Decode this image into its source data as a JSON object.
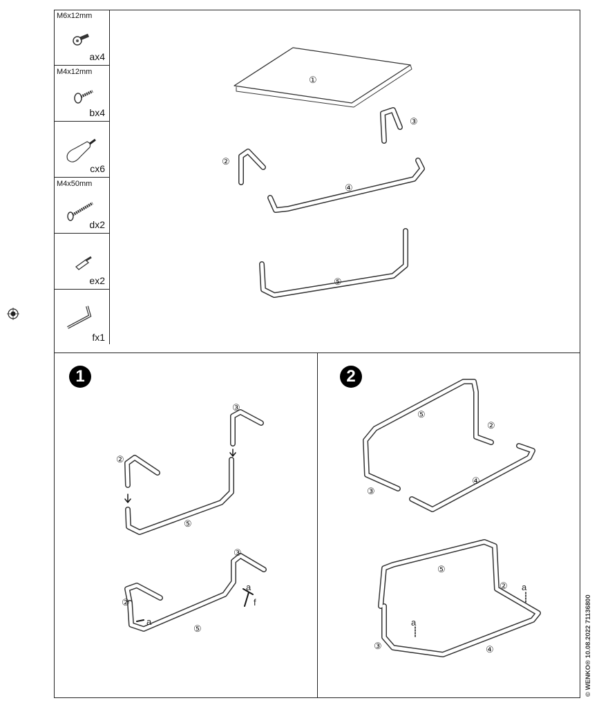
{
  "parts": [
    {
      "spec": "M6x12mm",
      "qty": "ax4",
      "icon": "bolt-icon"
    },
    {
      "spec": "M4x12mm",
      "qty": "bx4",
      "icon": "screw-icon"
    },
    {
      "spec": "",
      "qty": "cx6",
      "icon": "wooden-foot-icon"
    },
    {
      "spec": "M4x50mm",
      "qty": "dx2",
      "icon": "long-screw-icon"
    },
    {
      "spec": "",
      "qty": "ex2",
      "icon": "wall-plug-icon"
    },
    {
      "spec": "",
      "qty": "fx1",
      "icon": "allen-key-icon"
    }
  ],
  "overview": {
    "labels": [
      "①",
      "②",
      "③",
      "④",
      "⑤"
    ]
  },
  "step1": {
    "number": "1",
    "labels": {
      "p2": "②",
      "p3": "③",
      "p5": "⑤",
      "p2b": "②",
      "p3b": "③",
      "p5b": "⑤",
      "a1": "a",
      "a2": "a",
      "f": "f"
    }
  },
  "step2": {
    "number": "2",
    "labels": {
      "p5": "⑤",
      "p2": "②",
      "p3": "③",
      "p4": "④",
      "p5b": "⑤",
      "p2b": "②",
      "p3b": "③",
      "p4b": "④",
      "a1": "a",
      "a2": "a"
    }
  },
  "footer": "© WENKO®  10.08.2022  71136800"
}
